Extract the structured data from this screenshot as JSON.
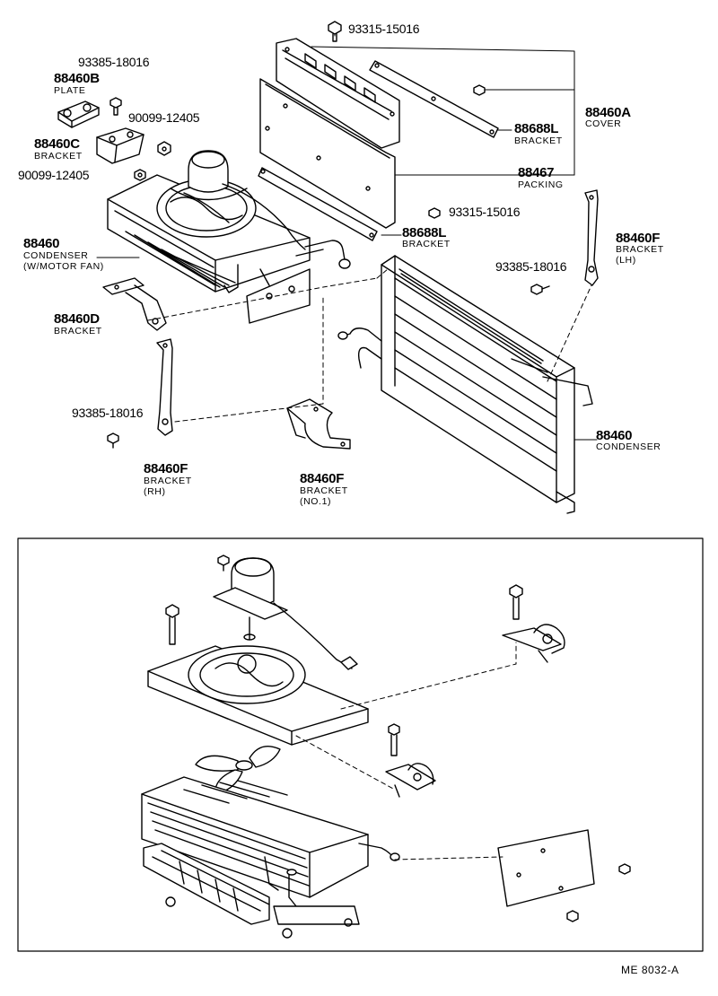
{
  "labels": {
    "bolt_top": "93315-15016",
    "bolt_topleft": "93385-18016",
    "plate_num": "88460B",
    "plate_sub": "PLATE",
    "nut_1": "90099-12405",
    "bracket_c_num": "88460C",
    "bracket_c_sub": "BRACKET",
    "nut_2": "90099-12405",
    "cover_num": "88460A",
    "cover_sub": "COVER",
    "bracket_l_upper_num": "88688L",
    "bracket_l_upper_sub": "BRACKET",
    "packing_num": "88467",
    "packing_sub": "PACKING",
    "bolt_mid": "93315-15016",
    "bracket_l_lower_num": "88688L",
    "bracket_l_lower_sub": "BRACKET",
    "cond_fan_num": "88460",
    "cond_fan_sub1": "CONDENSER",
    "cond_fan_sub2": "(W/MOTOR FAN)",
    "bracket_f_lh_num": "88460F",
    "bracket_f_lh_sub1": "BRACKET",
    "bracket_f_lh_sub2": "(LH)",
    "bolt_right": "93385-18016",
    "bracket_d_num": "88460D",
    "bracket_d_sub": "BRACKET",
    "bolt_left": "93385-18016",
    "cond_num": "88460",
    "cond_sub": "CONDENSER",
    "bracket_f_rh_num": "88460F",
    "bracket_f_rh_sub1": "BRACKET",
    "bracket_f_rh_sub2": "(RH)",
    "bracket_f_no1_num": "88460F",
    "bracket_f_no1_sub1": "BRACKET",
    "bracket_f_no1_sub2": "(NO.1)"
  },
  "footer": {
    "code": "ME  8032-A"
  }
}
